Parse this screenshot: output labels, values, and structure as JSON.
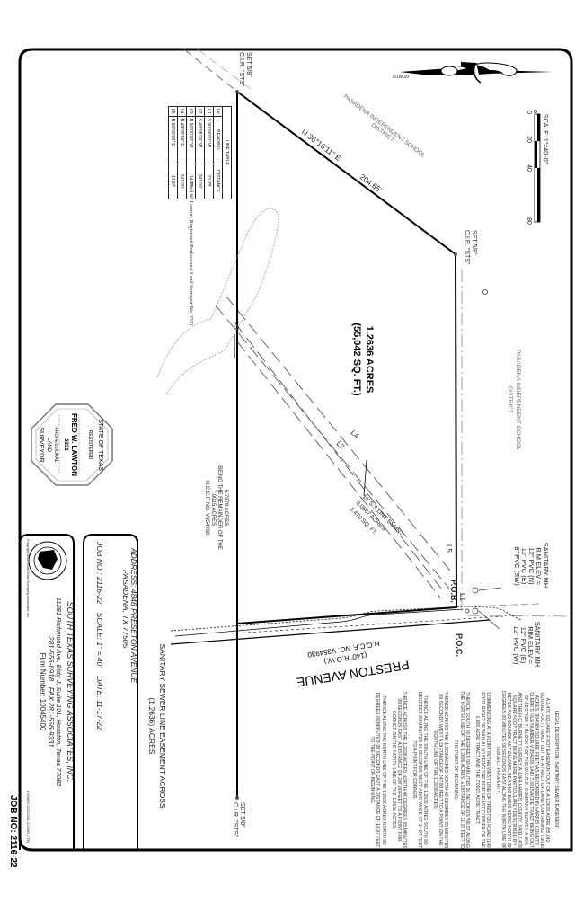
{
  "title_block": {
    "project_title_1": "SANITARY SEWER LINE EASEMENT ACROSS",
    "project_title_2": "(1.2636) ACRES",
    "address_1": "ADDRESS: 4848 PRESETON AVENUE",
    "address_2": "PASADENA, TX 77505",
    "job_line": "JOB NO.: 2116-22    SCALE: 1\" = 40'    DATE: 11-17-22",
    "company_name": "SOUTH TEXAS SURVEYING ASSOCIATES, INC.",
    "company_address": "11281 Richmond Ave, Bldg J, Suite 101, Houston, Texas 77082",
    "company_phone": "281-556-6918   FAX 281-556-9331",
    "firm_number": "Firm Number: 10045400",
    "copyright": "Copyright 2022 South Texas Surveying Associates, Inc.",
    "file_path": "K:\\DWGS 2022\\2116-22.DWG (JTB)",
    "logo_text": "South Texas Surveying Associates Inc.",
    "job_no_tab": "JOB NO: 2116-22"
  },
  "surveyor": {
    "signature_line": "Fred W. Lawton, Registered Professional Land Surveyor No. 2321",
    "seal": {
      "state": "STATE OF TEXAS",
      "registered": "REGISTERED",
      "name": "FRED W. LAWTON",
      "number": "2321",
      "professional": "PROFESSIONAL",
      "land": "LAND",
      "surveyor": "SURVEYOR"
    }
  },
  "scale_bar": {
    "label": "SCALE: 1\"=40'-0\"",
    "ticks": [
      "0",
      "20",
      "40",
      "80"
    ]
  },
  "north_arrow": {
    "label": "NORTH"
  },
  "line_table": {
    "title": "LINE TABLE",
    "headers": [
      "L#",
      "BEARING",
      "DISTANCE"
    ],
    "rows": [
      {
        "id": "L1",
        "bearing": "S 90°00'00\" W",
        "distance": "21.25'"
      },
      {
        "id": "L2",
        "bearing": "S 48°05'09\" W",
        "distance": "247.00'"
      },
      {
        "id": "L3",
        "bearing": "N 90°00'00\" W",
        "distance": "14.97'"
      },
      {
        "id": "L4",
        "bearing": "N 48°05'09\" E",
        "distance": "247.00'"
      },
      {
        "id": "L5",
        "bearing": "N 90°00'00\" E",
        "distance": "14.97'"
      }
    ]
  },
  "plat": {
    "monument_1": "SET 5/8\"",
    "monument_2": "C.I.R. \"STS\"",
    "bearing_ne": "N 36°16'11\" E",
    "distance_ne": "204.65'",
    "neighbor_top": "PASADENA INDEPENDENT SCHOOL",
    "neighbor_top_2": "DISTRICT",
    "neighbor_right": "PASADENA INDEPENDENT SCHOOL",
    "neighbor_right_2": "DISTRICT",
    "acreage": "1.2636 ACRES",
    "sqft": "(55,042 SQ. FT.)",
    "easement_1": "10' S.S LINE ESMNT.",
    "easement_2": "0.0567 ACRES",
    "easement_3": "2,470 SQ. FT.",
    "labels": {
      "l1": "L1",
      "l2": "L2",
      "l3": "L3",
      "l4": "L4",
      "l5": "L5"
    },
    "pob": "P.O.B.",
    "poc": "P.O.C.",
    "remainder": [
      "5.7379 ACRES",
      "BEING THE REMAINDER OF THE",
      "7.0015 ACRES",
      "H.C.C.F. NO. V354930"
    ],
    "manhole_1": [
      "SANITARY MH:",
      "RIM ELEV =",
      "12\" PVC (N)",
      "12\" PVC (E)",
      "8\" PVC (SW)"
    ],
    "manhole_2": [
      "SANITARY MH:",
      "RIM ELEV =",
      "12\" PVC (E)",
      "12\" PVC (W)"
    ],
    "street_name": "PRESTON AVENUE",
    "street_row": "(140' R.O.W.)",
    "street_ref": "H.C.C.F. NO. V354930"
  },
  "legal": {
    "title": "LEGAL DESCRIPTION- SANITARY SEWER EASEMENT",
    "paragraphs": [
      "A 2,470 SQUARE FOOT EASEMENT OUT OF A 1.2636 ACRE (55,042 SQUARE FOOT) TRACT OUT OF A TRACT OF LAND CONTAINING 7.0015 ACRES (304,984 SQUARE FEET) AS RECORDED IN HARRIS COUNTY CLERK'S FILE NUMBER V-354930 SAID 7.0015 ACRE TRACT BEING OUT OF SECTION 7, BLOCK 7 OF THE W.C.R.R. COMPANY SURVEY, A-894, AND THE H.C. BURNETT SURVEY, A-1064, HARRIS COUNTY, SAID 2,470 SQUARE FOOT TRACT BEING MORE PARTICULARLY DESCRIBED BY METES AND BOUNDS AS FOLLOWS, BEARING BASIS BEING NORTH 90 DEGREES 00 MINUTES 00 SECONDS EAST ALONG THE NORTH LINE OF SUBJECT PROPERTY;",
      "COMMENCING AT A POINT IN THE WEST LINE OF PRESTON ROAD (140 FOOT RIGHT OF WAY) ALSO BEING THE NORTHEAST CORNER OF THE 1.636 ACRE TRACT AND THE 7.0015 ACRE TRACT;",
      "THENCE SOUTH 90 DEGREES 00 MINUTES 00 SECONDS WEST ALONG THE NORTH LINE OF THE 1.2636 ACRES, A DISTANCE OF 21.25 FEET TO THE POINT OF BEGINNING;",
      "THENCE ACROSS THE 1.2636 ACRES SOUTH 48 DEGREES 05 MINUTES 09 SECONDS WEST A DISTANCE OF 247.00 FEET TO A POINT ON THE SOUTH LINE OF THE 1.2636 ACRES;",
      "THENCE ALONG THE SOUTH LINE OF THE 1.2636 ACRES SOUTH 90 DEGREES 00 MINUTES 00 SECONDS WEST A DISTANCE OF 14.97 FEET TO A POINT FOR CORNER;",
      "THENCE ACROSS THE 1.2636 ACRES NORTH 48 DEGREES 05 MINUTES 09 SECONDS EAST A DISTANCE OF 247.00 FEET TO A POINT FOR CORNER ON THE NORTH LINE OF THE 1.2636 ACRES;",
      "THENCE ALONG THE NORTH LINE OF THE 1.2636 ACRES NORTH 90 DEGREES 00 MINUTES 00 SECONDS EAST A DISTANCE OF 14.97 FEET TO THE POINT OF BEGINNING."
    ]
  }
}
